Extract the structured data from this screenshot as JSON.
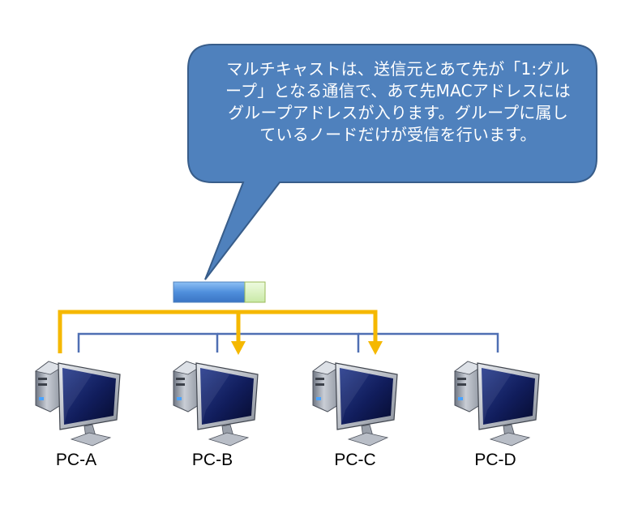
{
  "callout": {
    "lines": [
      "マルチキャストは、送信元とあて先が「1:グル",
      "ープ」となる通信で、あて先MACアドレスには",
      "グループアドレスが入ります。グループに属し",
      "ているノードだけが受信を行います。"
    ],
    "fill_color": "#4f81bd",
    "border_color": "#385d8a"
  },
  "frame": {
    "header_color": "#4f8fdc",
    "trailer_color": "#d6f0b8"
  },
  "network": {
    "cable_color": "#4f6fb3",
    "multicast_path_color": "#f5b800"
  },
  "pcs": [
    {
      "label": "PC-A",
      "icon": "computer-monitor-icon"
    },
    {
      "label": "PC-B",
      "icon": "computer-monitor-icon"
    },
    {
      "label": "PC-C",
      "icon": "computer-monitor-icon"
    },
    {
      "label": "PC-D",
      "icon": "computer-monitor-icon"
    }
  ]
}
